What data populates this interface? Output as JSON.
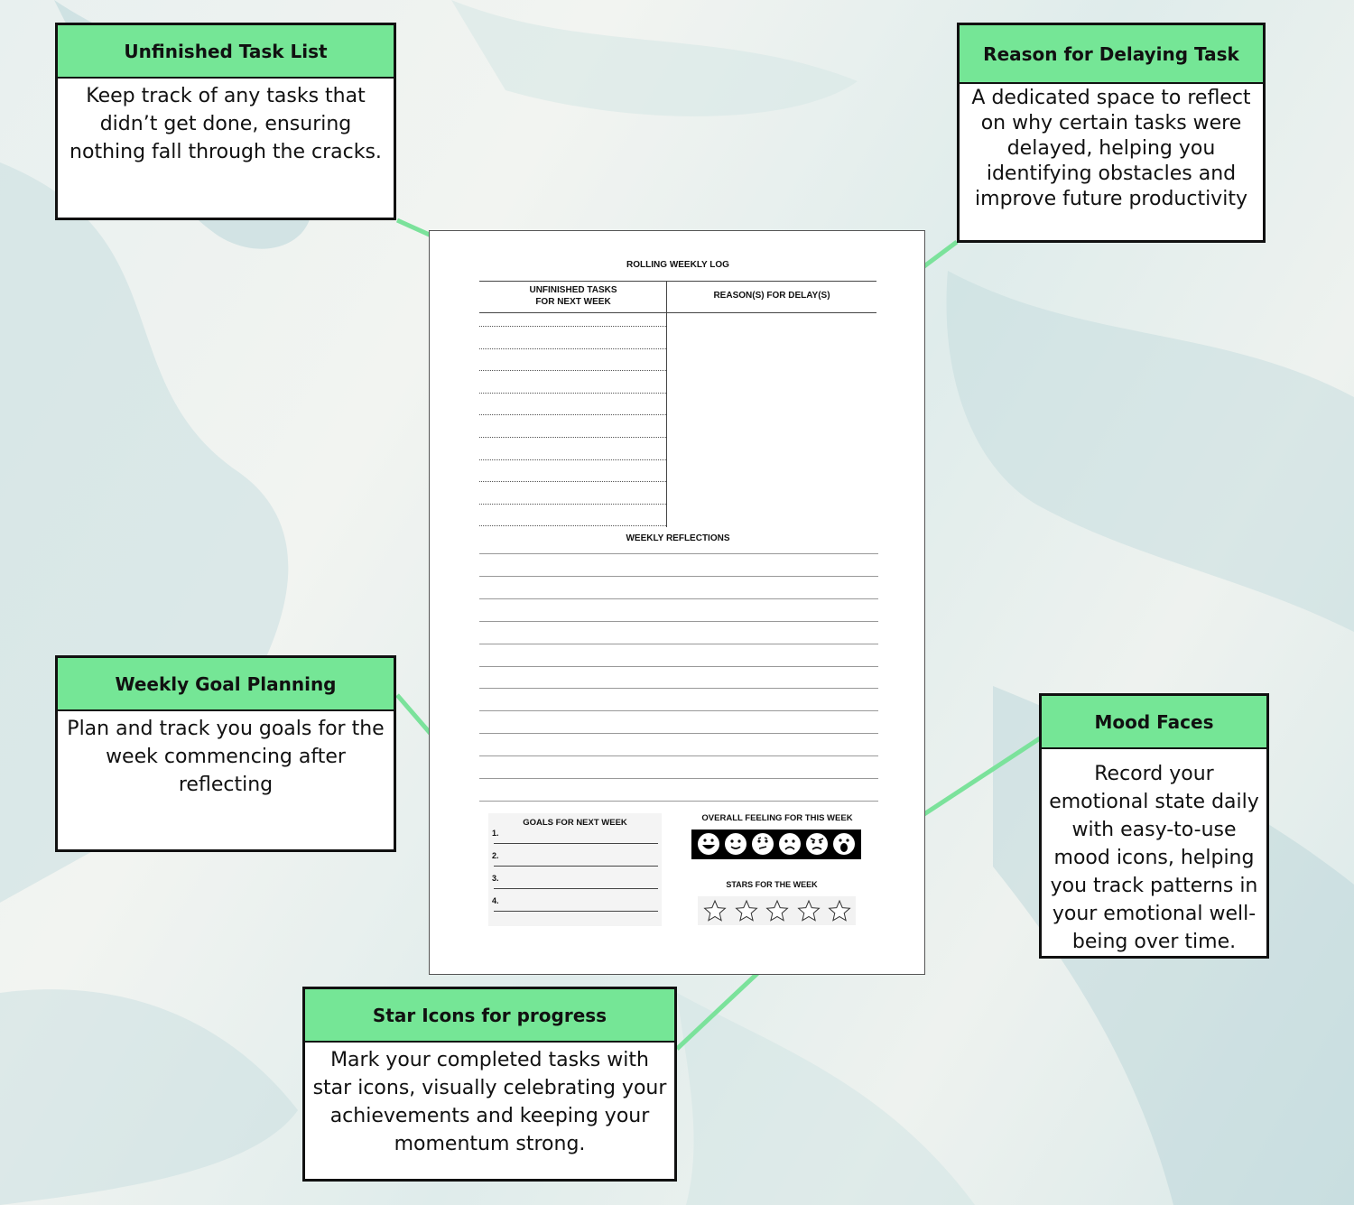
{
  "callouts": {
    "unfinished": {
      "title": "Unfinished Task List",
      "body": "Keep track of any tasks that didn’t get done, ensuring nothing fall through the cracks."
    },
    "reason": {
      "title": "Reason for Delaying Task",
      "body": "A dedicated space to reflect on why certain tasks were delayed, helping you identifying  obstacles and improve future productivity"
    },
    "goals": {
      "title": "Weekly Goal Planning",
      "body": "Plan and track you goals for the week commencing after reflecting"
    },
    "mood": {
      "title": "Mood Faces",
      "body": "Record your emotional state daily with easy-to-use mood icons, helping you track patterns in your emotional well-being over time."
    },
    "stars": {
      "title": "Star Icons for progress",
      "body": "Mark your completed tasks with star icons, visually celebrating your achievements and keeping your momentum strong."
    }
  },
  "sheet": {
    "title": "ROLLING WEEKLY LOG",
    "col_unfinished": "UNFINISHED TASKS\nFOR NEXT WEEK",
    "col_reason": "REASON(S) FOR DELAY(S)",
    "reflections": "WEEKLY REFLECTIONS",
    "goals_title": "GOALS FOR NEXT WEEK",
    "goal_numbers": [
      "1.",
      "2.",
      "3.",
      "4."
    ],
    "feeling_title": "OVERALL FEELING FOR THIS WEEK",
    "stars_title": "STARS FOR THE WEEK",
    "mood_icons": [
      "grinning-face-icon",
      "smiling-face-icon",
      "thinking-face-icon",
      "sad-face-icon",
      "angry-face-icon",
      "shocked-face-icon"
    ],
    "star_count": 5
  },
  "colors": {
    "accent_green": "#75e696",
    "arrow_green": "#7be29b"
  }
}
